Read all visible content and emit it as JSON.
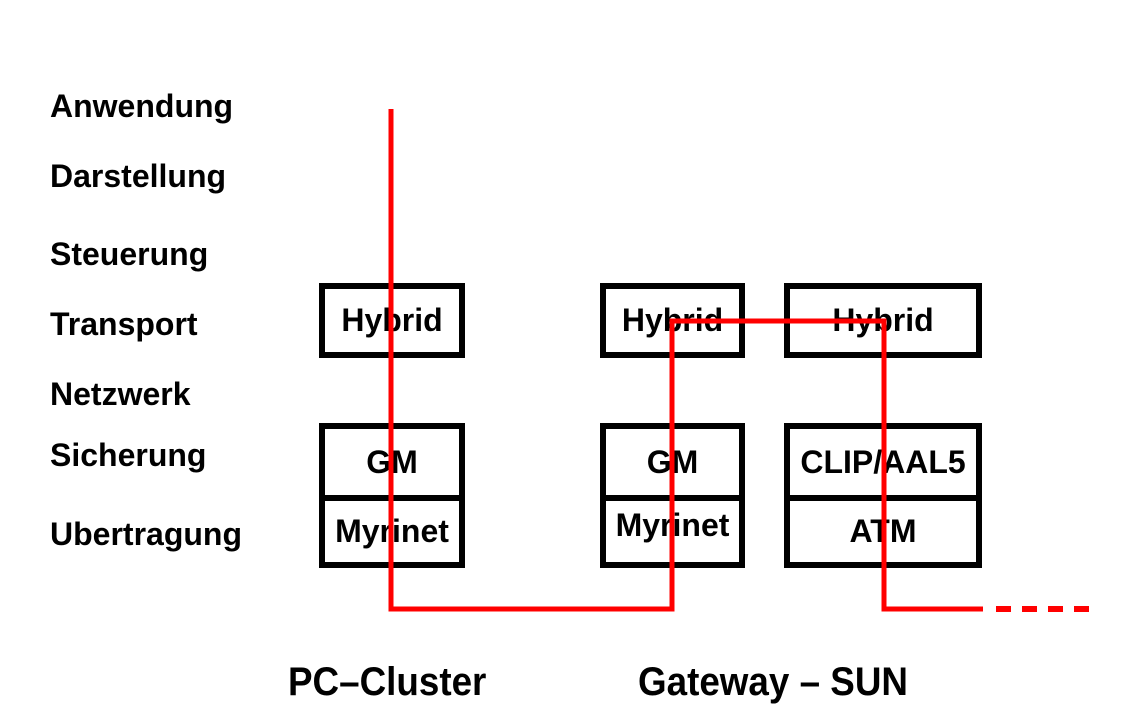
{
  "layers": [
    {
      "name": "Anwendung"
    },
    {
      "name": "Darstellung"
    },
    {
      "name": "Steuerung"
    },
    {
      "name": "Transport"
    },
    {
      "name": "Netzwerk"
    },
    {
      "name": "Sicherung"
    },
    {
      "name": "Ubertragung"
    }
  ],
  "stacks": {
    "pc_cluster": {
      "caption": "PC–Cluster",
      "transport": "Hybrid",
      "link": "GM",
      "physical": "Myrinet"
    },
    "gateway_left": {
      "transport": "Hybrid",
      "link": "GM",
      "physical": "Myrinet"
    },
    "gateway_right": {
      "transport": "Hybrid",
      "link": "CLIP/AAL5",
      "physical": "ATM"
    },
    "gateway_caption": "Gateway – SUN"
  },
  "colors": {
    "route": "#ff0000",
    "box": "#000000"
  }
}
